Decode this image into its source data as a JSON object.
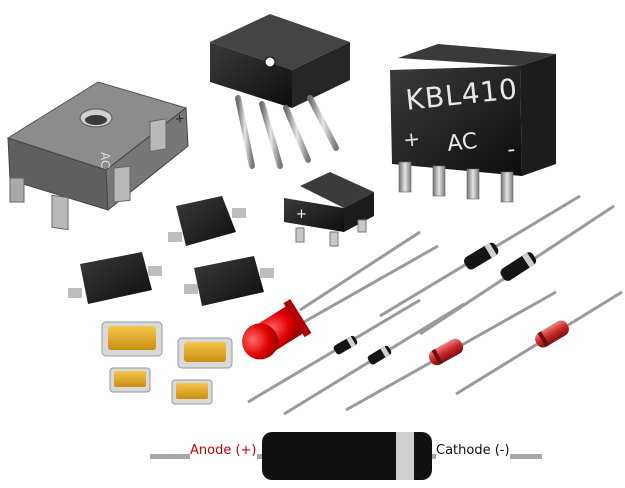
{
  "scene": {
    "background": "#ffffff",
    "components": [
      "bridge-rectifier-square",
      "bridge-rectifier-inline",
      "kbl-bridge-rectifier",
      "mini-bridge-smd",
      "smd-diode",
      "smd-led",
      "red-led",
      "glass-diode",
      "axial-diode"
    ]
  },
  "bridge_square": {
    "ac_text": "AC",
    "plus_text": "+"
  },
  "bridge_mini": {
    "plus_text": "+",
    "minus_text": "–"
  },
  "kbl": {
    "model_text": "KBL410",
    "plus_text": "+",
    "ac_text": "AC",
    "minus_text": "-"
  },
  "diode_diagram": {
    "anode_label": "Anode (+)",
    "cathode_label": "Cathode (-)",
    "anode_color": "#cc0000",
    "cathode_color": "#111111",
    "body_color": "#111111",
    "band_color": "#cfcfcf"
  },
  "colors": {
    "black_body": "#1a1a1a",
    "grey_body": "#6d6d6d",
    "led_red": "#e00000",
    "glass_red": "#d23a3a",
    "smd_yellow": "#e8b025",
    "lead_grey": "#9a9a9a"
  }
}
